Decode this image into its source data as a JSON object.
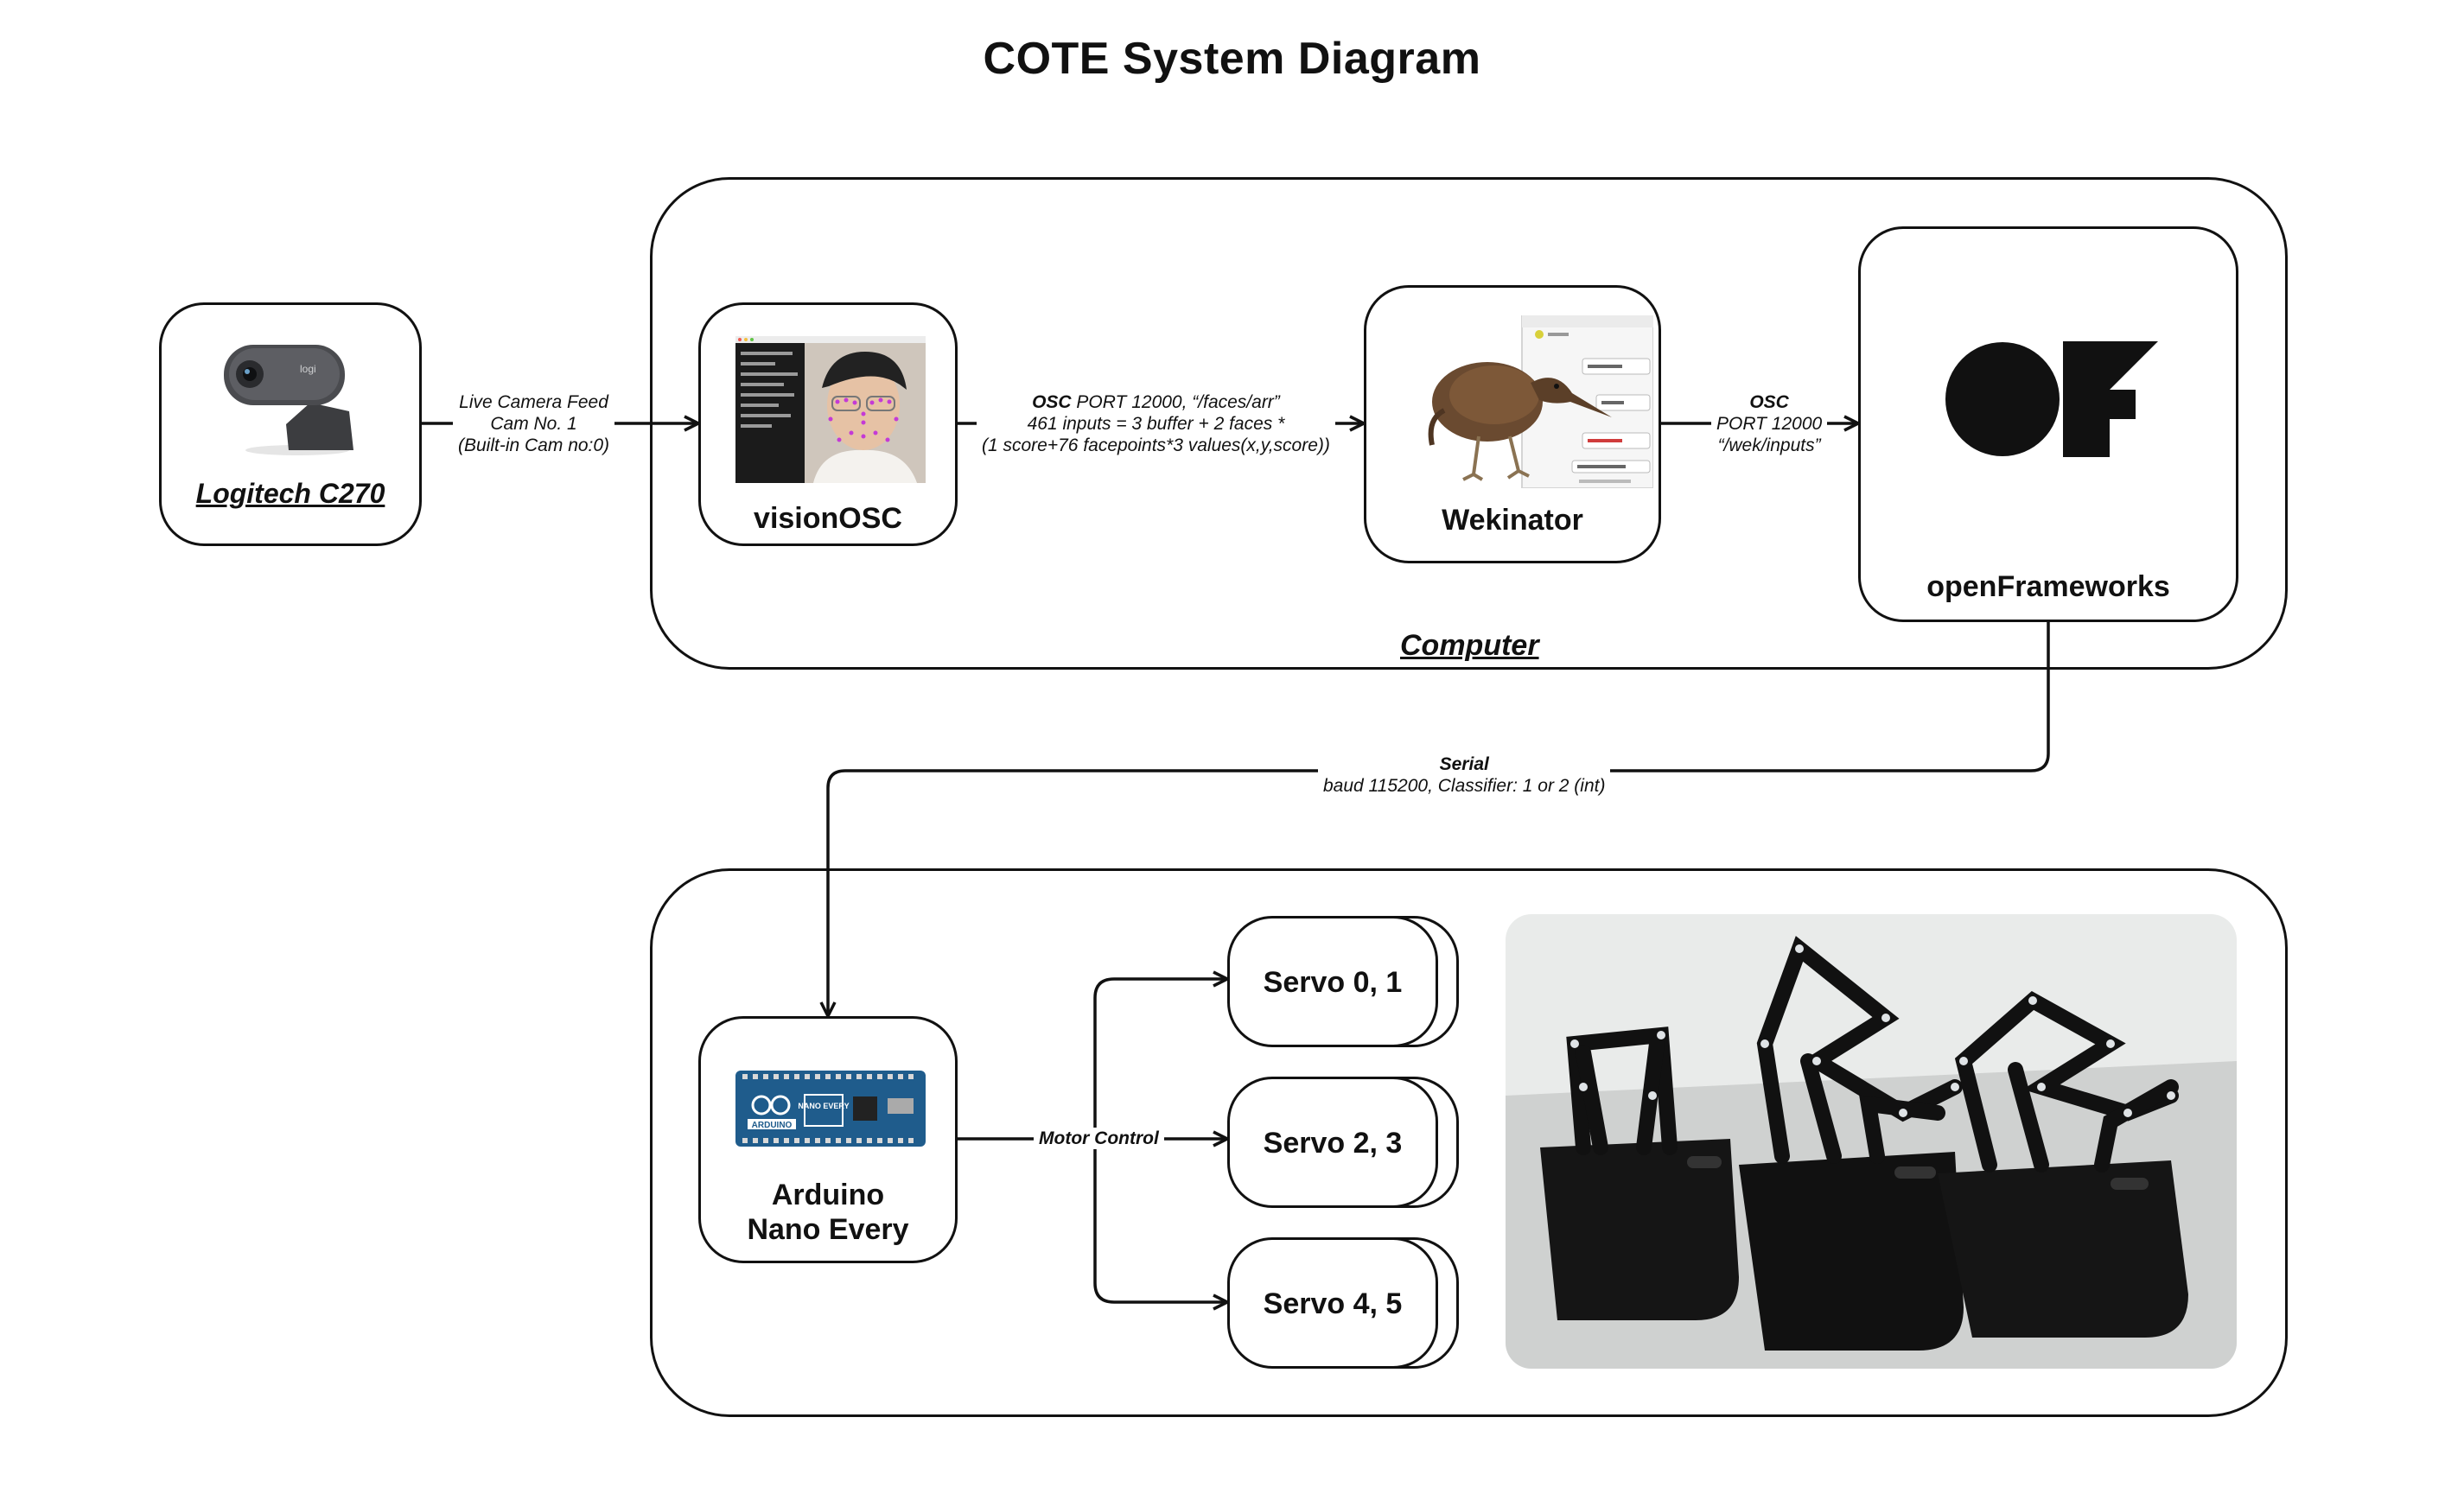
{
  "title": "COTE System Diagram",
  "containers": {
    "computer_label": "Computer"
  },
  "nodes": {
    "camera": "Logitech C270",
    "vision": "visionOSC",
    "wekinator": "Wekinator",
    "of": "openFrameworks",
    "arduino_line1": "Arduino",
    "arduino_line2": "Nano Every",
    "servo01": "Servo 0, 1",
    "servo23": "Servo 2, 3",
    "servo45": "Servo 4, 5"
  },
  "edges": {
    "camera_to_vision": {
      "line1": "Live Camera Feed",
      "line2": "Cam No. 1",
      "line3": "(Built-in Cam no:0)"
    },
    "vision_to_wek": {
      "bold": "OSC",
      "line1_rest": " PORT 12000, “/faces/arr”",
      "line2": "461 inputs = 3 buffer + 2 faces *",
      "line3": "(1 score+76 facepoints*3 values(x,y,score))"
    },
    "wek_to_of": {
      "bold": "OSC",
      "line2": "PORT 12000",
      "line3": "“/wek/inputs”"
    },
    "of_to_arduino": {
      "bold": "Serial",
      "line2": "baud 115200, Classifier: 1 or 2 (int)"
    },
    "arduino_to_servos": {
      "label": "Motor Control"
    }
  },
  "images": {
    "camera_icon": "webcam-image",
    "vision_icon": "face-tracking-screenshot",
    "wekinator_icon": "weka-bird-with-window",
    "of_logo": "openframeworks-logo",
    "arduino_icon": "arduino-board-image",
    "robot_photo": "kinetic-sculptures-photo"
  },
  "arduino_board_text": "NANO EVERY",
  "arduino_board_brand": "ARDUINO",
  "of_logo_text": "OF",
  "colors": {
    "stroke": "#111111",
    "arduino_blue": "#1f5c8c",
    "wall": "#e9ebea",
    "floor": "#cfd1d0"
  }
}
